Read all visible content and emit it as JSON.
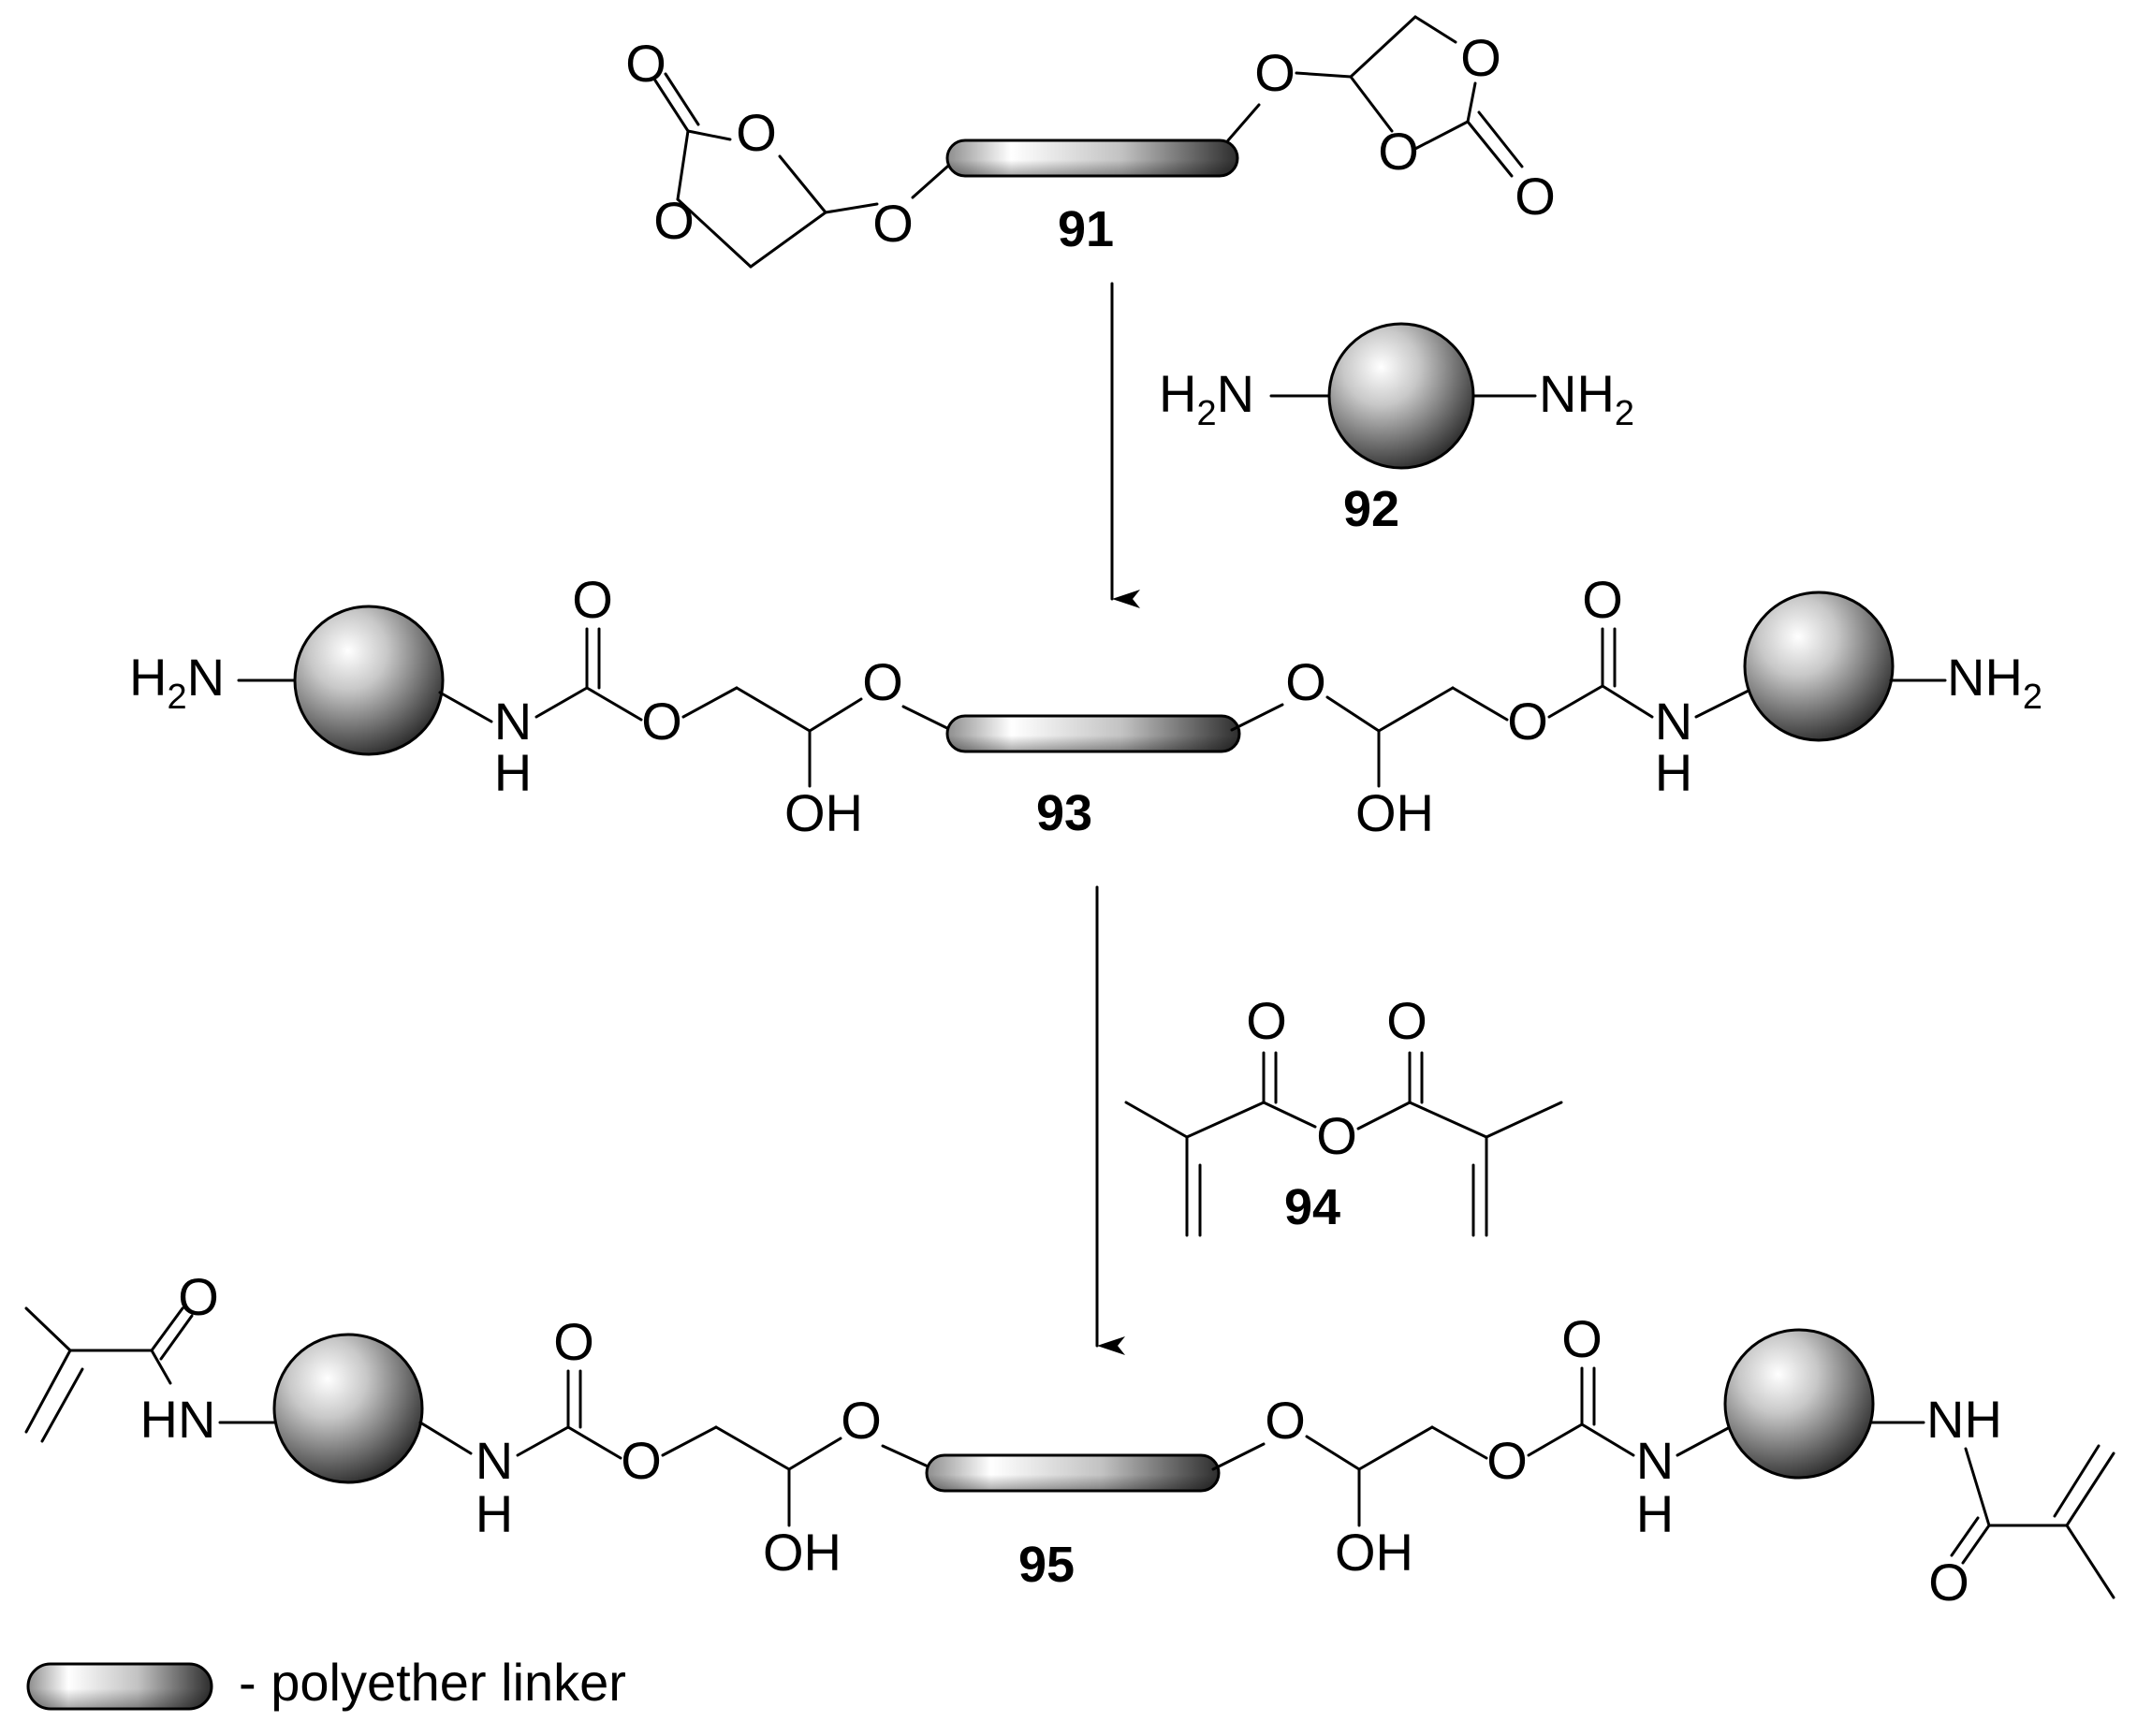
{
  "labels": {
    "O": "O",
    "OH": "OH",
    "N": "N",
    "H": "H",
    "HN": "HN",
    "NH": "NH",
    "NH2_main": "NH",
    "NH2_sub": "2",
    "H2N_H": "H",
    "H2N_sub": "2",
    "H2N_N": "N"
  },
  "compounds": {
    "c91": "91",
    "c92": "92",
    "c93": "93",
    "c94": "94",
    "c95": "95"
  },
  "legend": {
    "text": "- polyether linker"
  },
  "colors": {
    "ink": "#000000",
    "highlight": "#ffffff",
    "shade": "#4a4a4a"
  }
}
